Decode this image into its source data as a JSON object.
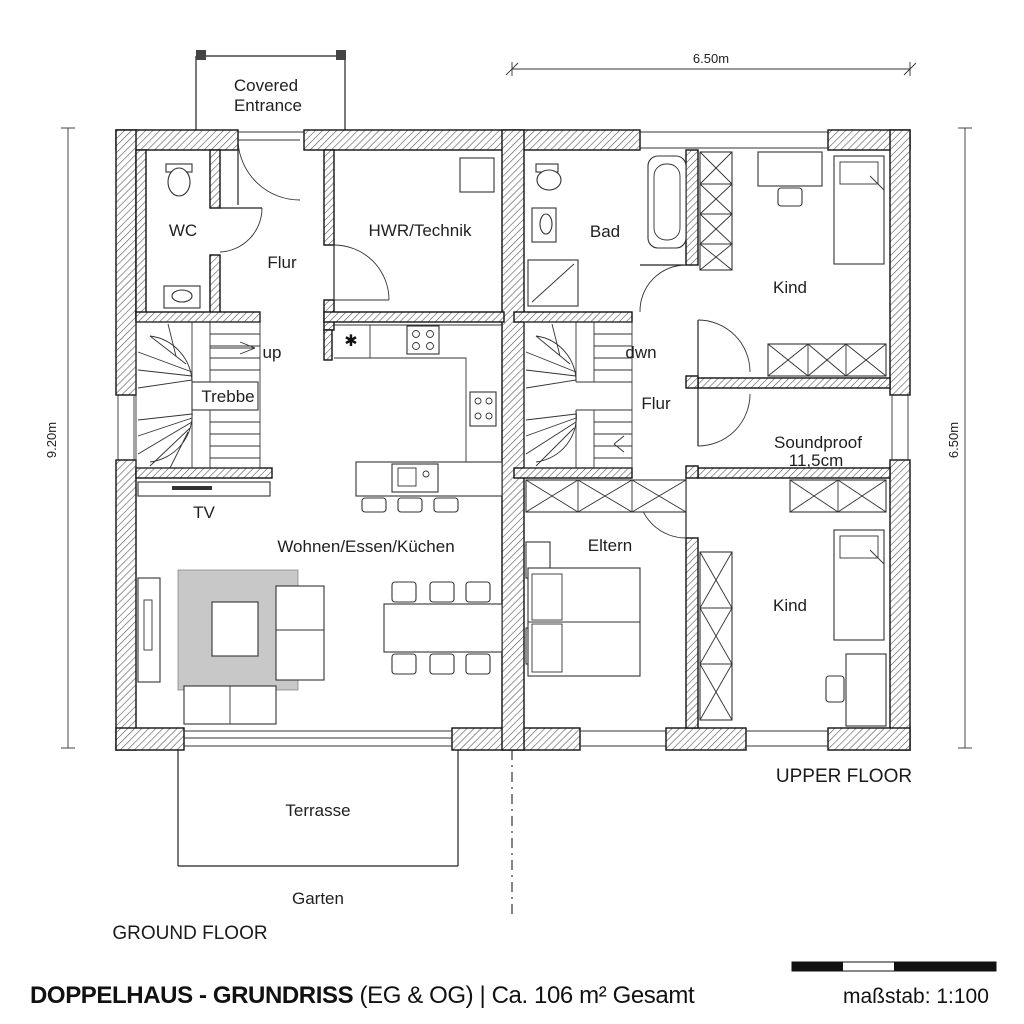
{
  "labels": {
    "covered_entrance_1": "Covered",
    "covered_entrance_2": "Entrance",
    "wc": "WC",
    "flur_ground": "Flur",
    "hwr": "HWR/Technik",
    "up": "up",
    "trebbe": "Trebbe",
    "tv": "TV",
    "wohnen": "Wohnen/Essen/Küchen",
    "terrasse": "Terrasse",
    "garten": "Garten",
    "bad": "Bad",
    "kind_1": "Kind",
    "dwn": "dwn",
    "flur_upper": "Flur",
    "soundproof_1": "Soundproof",
    "soundproof_2": "11,5cm",
    "eltern": "Eltern",
    "kind_2": "Kind"
  },
  "dimensions": {
    "top": "6.50m",
    "left": "9.20m",
    "right": "6.50m"
  },
  "floors": {
    "ground": "GROUND FLOOR",
    "upper": "UPPER FLOOR"
  },
  "footer": {
    "title_bold": "DOPPELHAUS - GRUNDRISS",
    "title_rest": " (EG & OG) | Ca. 106 m² Gesamt",
    "scale": "maßstab: 1:100"
  },
  "colors": {
    "wall": "#111111",
    "rug": "#c8c8c8"
  }
}
